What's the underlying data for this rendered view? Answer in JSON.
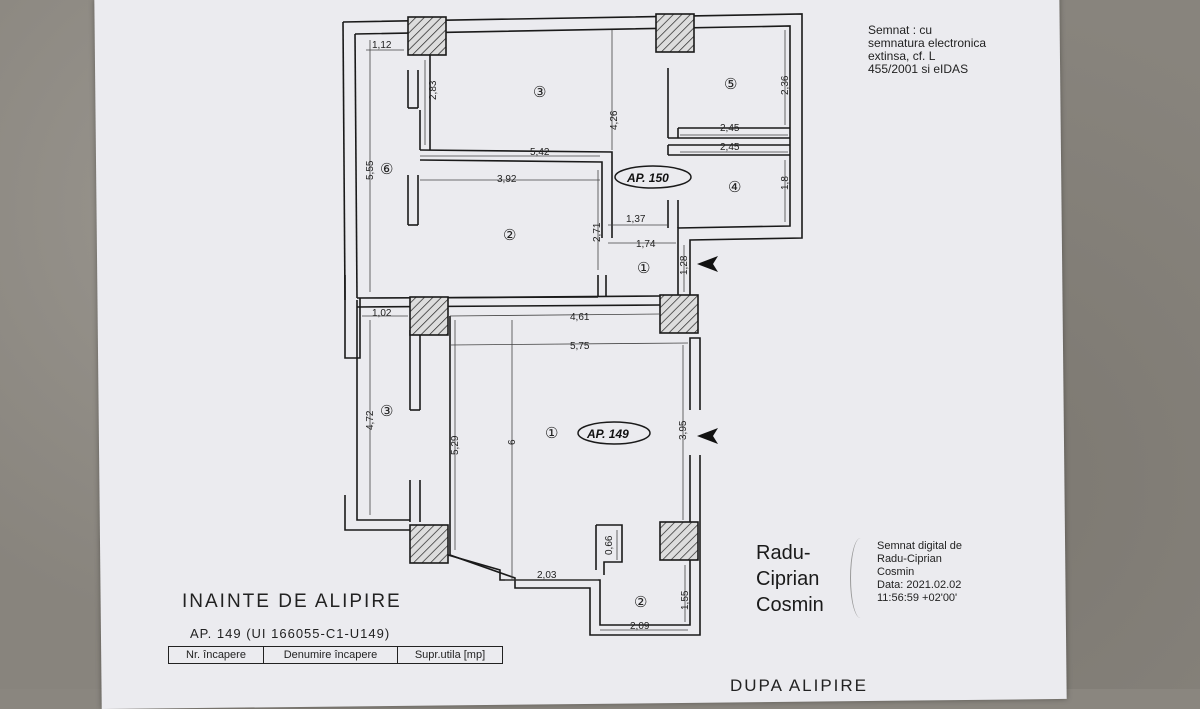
{
  "signature_top": {
    "line1": "Semnat : cu",
    "line2": "semnatura electronica",
    "line3": "extinsa, cf. L",
    "line4": "455/2001 si eIDAS"
  },
  "plan": {
    "apartment_labels": [
      "AP. 150",
      "AP. 149"
    ],
    "room_numbers": [
      "③",
      "⑤",
      "⑥",
      "④",
      "②",
      "①",
      "③",
      "①",
      "②"
    ],
    "dimensions": [
      "1,12",
      "2,83",
      "4,26",
      "2,36",
      "2,45",
      "5,42",
      "2,45",
      "5,55",
      "3,92",
      "1,8",
      "1,37",
      "2,71",
      "1,74",
      "1,28",
      "1,02",
      "4,61",
      "5,75",
      "4,72",
      "5,29",
      "6",
      "3,95",
      "0,66",
      "2,03",
      "1,55",
      "2,09"
    ]
  },
  "title": "INAINTE DE ALIPIRE",
  "subtitle": "AP. 149 (UI 166055-C1-U149)",
  "table": {
    "headers": [
      "Nr. încapere",
      "Denumire încapere",
      "Supr.utila [mp]"
    ]
  },
  "signer": {
    "name_lines": [
      "Radu-",
      "Ciprian",
      "Cosmin"
    ],
    "digital_sig": [
      "Semnat digital de",
      "Radu-Ciprian",
      "Cosmin",
      "Data: 2021.02.02",
      "11:56:59 +02'00'"
    ]
  },
  "bottom_right": "DUPA ALIPIRE"
}
